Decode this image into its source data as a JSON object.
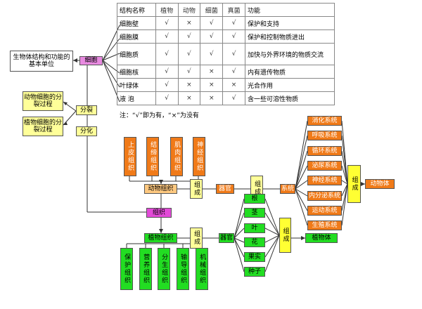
{
  "table": {
    "headers": [
      "结构名称",
      "植物",
      "动物",
      "细菌",
      "真菌",
      "功能"
    ],
    "rows": [
      [
        "细胞壁",
        "√",
        "×",
        "√",
        "√",
        "保护和支持"
      ],
      [
        "细胞膜",
        "√",
        "√",
        "√",
        "√",
        "保护和控制物质进出"
      ],
      [
        "细胞质",
        "√",
        "√",
        "√",
        "√",
        "加快与外界环境的物质交流"
      ],
      [
        "细胞核",
        "√",
        "√",
        "×",
        "√",
        "内有遗传物质"
      ],
      [
        "叶绿体",
        "√",
        "×",
        "×",
        "×",
        "光合作用"
      ],
      [
        "液 泡",
        "√",
        "×",
        "×",
        "√",
        "含一些可溶性物质"
      ]
    ],
    "note": "注：“√”即为有，“×”为没有"
  },
  "left": {
    "basic_unit": "生物体结构和功能的基本单位",
    "cell": "细胞",
    "animal_division": "动物细胞的分裂过程",
    "plant_division": "植物细胞的分裂过程",
    "fenlie": "分裂",
    "fenhua": "分化",
    "tissue": "组织"
  },
  "animal": {
    "tissues": [
      "上皮组织",
      "结缔组织",
      "肌肉组织",
      "神经组织"
    ],
    "tissue_label": "动物组织",
    "zucheng1": "组成",
    "organ": "器官",
    "zucheng2": "组成",
    "system": "系统",
    "systems": [
      "消化系统",
      "呼吸系统",
      "循环系统",
      "泌尿系统",
      "神经系统",
      "内分泌系统",
      "运动系统",
      "生殖系统"
    ],
    "zucheng3": "组成",
    "body": "动物体"
  },
  "plant": {
    "tissue_label": "植物组织",
    "tissues": [
      "保护组织",
      "营养组织",
      "分生组织",
      "输导组织",
      "机械组织"
    ],
    "zucheng1": "组成",
    "organ": "器官",
    "organs": [
      "根",
      "茎",
      "叶",
      "花",
      "果实",
      "种子"
    ],
    "zucheng2": "组成",
    "body": "植物体"
  }
}
